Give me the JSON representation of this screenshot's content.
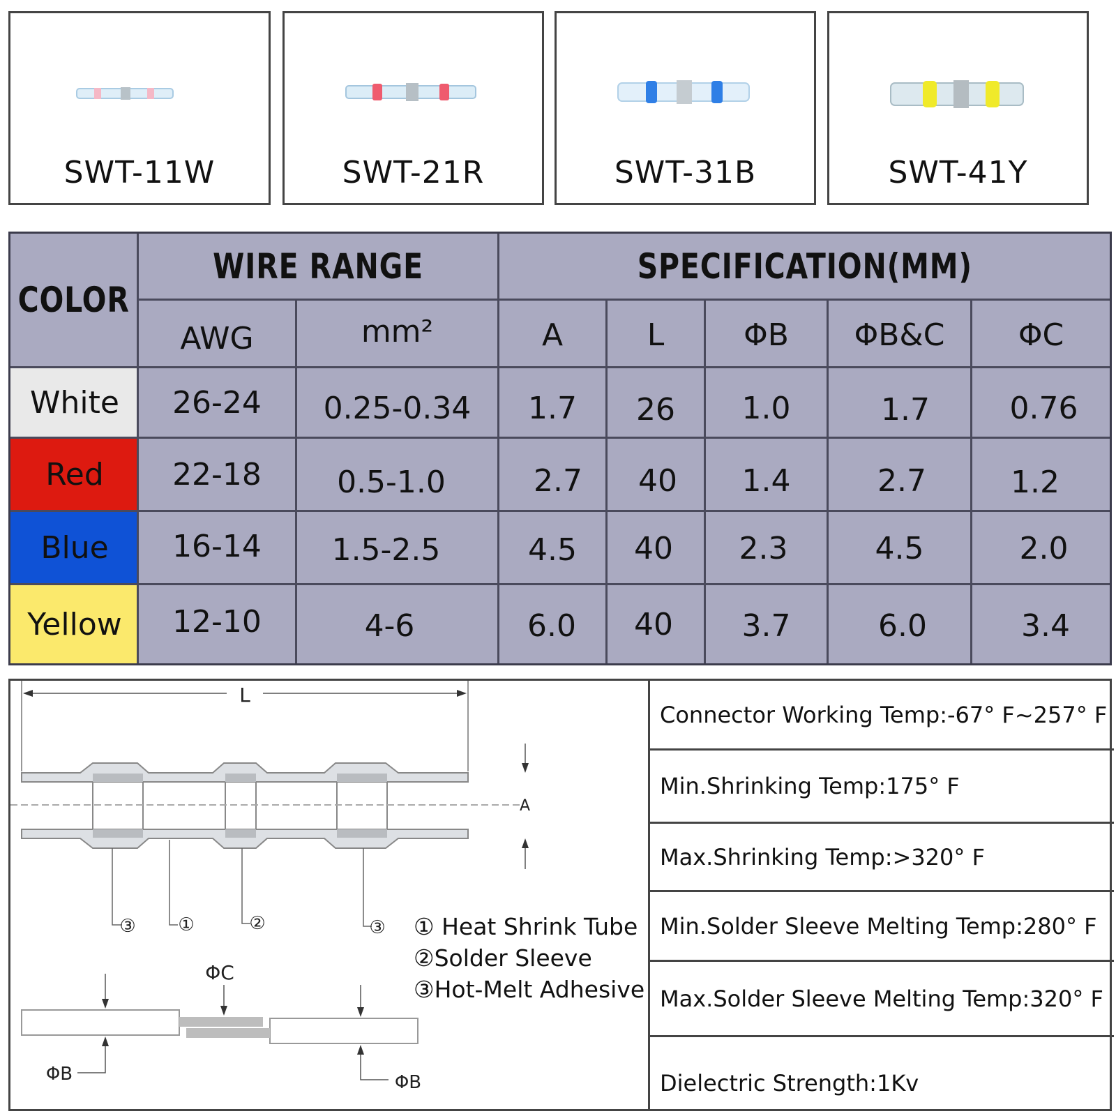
{
  "products": [
    {
      "label": "SWT-11W",
      "band_color": "#f5b8c6"
    },
    {
      "label": "SWT-21R",
      "band_color": "#ef5b6e"
    },
    {
      "label": "SWT-31B",
      "band_color": "#2f7fe6"
    },
    {
      "label": "SWT-41Y",
      "band_color": "#f0ea2a"
    }
  ],
  "table": {
    "color_header": "COLOR",
    "wire_range_header": "WIRE RANGE",
    "spec_header": "SPECIFICATION(MM)",
    "columns": [
      "AWG",
      "mm²",
      "A",
      "L",
      "ΦB",
      "ΦB&C",
      "ΦC"
    ],
    "rows": [
      {
        "color": "White",
        "swatch": "#e9e9e9",
        "awg": "26-24",
        "mm2": "0.25-0.34",
        "a": "1.7",
        "l": "26",
        "phib": "1.0",
        "phibc": "1.7",
        "phic": "0.76"
      },
      {
        "color": "Red",
        "swatch": "#dd1a10",
        "awg": "22-18",
        "mm2": "0.5-1.0",
        "a": "2.7",
        "l": "40",
        "phib": "1.4",
        "phibc": "2.7",
        "phic": "1.2"
      },
      {
        "color": "Blue",
        "swatch": "#0f52d6",
        "awg": "16-14",
        "mm2": "1.5-2.5",
        "a": "4.5",
        "l": "40",
        "phib": "2.3",
        "phibc": "4.5",
        "phic": "2.0"
      },
      {
        "color": "Yellow",
        "swatch": "#fbe96c",
        "awg": "12-10",
        "mm2": "4-6",
        "a": "6.0",
        "l": "40",
        "phib": "3.7",
        "phibc": "6.0",
        "phic": "3.4"
      }
    ]
  },
  "diagram": {
    "dim_l": "L",
    "dim_a": "A",
    "dim_phic": "ΦC",
    "dim_phib": "ΦB",
    "callouts": [
      "③",
      "①",
      "②",
      "③"
    ]
  },
  "legend": [
    "① Heat Shrink Tube",
    "②Solder Sleeve",
    "③Hot-Melt Adhesive"
  ],
  "properties": [
    "Connector Working Temp:-67°  F~257°  F",
    "Min.Shrinking Temp:175°  F",
    "Max.Shrinking Temp:>320°  F",
    "Min.Solder Sleeve Melting Temp:280°  F",
    "Max.Solder Sleeve Melting Temp:320°  F",
    "Dielectric Strength:1Kv"
  ]
}
